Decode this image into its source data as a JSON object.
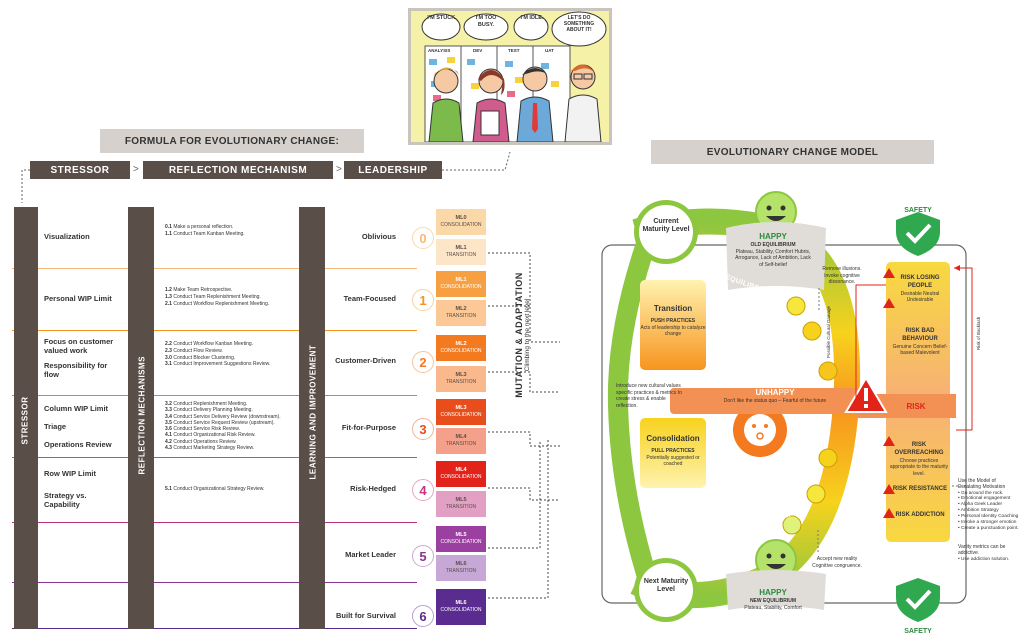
{
  "comic": {
    "bubbles": [
      "I'M STUCK.",
      "I'M TOO BUSY.",
      "I'M IDLE.",
      "LET'S DO SOMETHING ABOUT IT!"
    ],
    "board_columns": [
      "ANALYSIS",
      "DEV",
      "TEST",
      "UAT"
    ]
  },
  "formula": {
    "title": "FORMULA FOR EVOLUTIONARY CHANGE:",
    "stressor": "STRESSOR",
    "reflection": "REFLECTION MECHANISM",
    "leadership": "LEADERSHIP",
    "sep": ">"
  },
  "vertical": {
    "stressor": "STRESSOR",
    "reflection": "REFLECTION MECHANISMS",
    "learning": "LEARNING AND IMPROVEMENT"
  },
  "rows": [
    {
      "stressor": [
        "Visualization"
      ],
      "reflection": [
        [
          "0.1",
          "Make a personal reflection."
        ],
        [
          "1.1",
          "Conduct Team Kanban Meeting."
        ]
      ],
      "name": "Oblivious",
      "num": "0"
    },
    {
      "stressor": [
        "Personal WIP Limit"
      ],
      "reflection": [
        [
          "1.2",
          "Make Team Retrospective."
        ],
        [
          "1.3",
          "Conduct Team Replenishment Meeting."
        ],
        [
          "2.1",
          "Conduct Workflow Replenishment Meeting."
        ]
      ],
      "name": "Team-Focused",
      "num": "1"
    },
    {
      "stressor": [
        "Focus on customer valued work",
        "Responsibility for flow"
      ],
      "reflection": [
        [
          "2.2",
          "Conduct Workflow Kanban Meeting."
        ],
        [
          "2.3",
          "Conduct Flow Review."
        ],
        [
          "3.0",
          "Conduct Blocker Clustering."
        ],
        [
          "3.1",
          "Conduct Improvement Suggestions Review."
        ]
      ],
      "name": "Customer-Driven",
      "num": "2"
    },
    {
      "stressor": [
        "Column WIP Limit",
        "Triage",
        "Operations Review"
      ],
      "reflection": [
        [
          "3.2",
          "Conduct Replenishment Meeting."
        ],
        [
          "3.3",
          "Conduct Delivery Planning Meeting."
        ],
        [
          "3.4",
          "Conduct Service Delivery Review (downstream)."
        ],
        [
          "3.5",
          "Conduct Service Request Review (upstream)."
        ],
        [
          "3.6",
          "Conduct Service Risk Review."
        ],
        [
          "4.1",
          "Conduct Organizational Risk Review."
        ],
        [
          "4.2",
          "Conduct Operations Review."
        ],
        [
          "4.3",
          "Conduct Marketing Strategy Review."
        ]
      ],
      "name": "Fit-for-Purpose",
      "num": "3"
    },
    {
      "stressor": [
        "Row WIP Limit",
        "Strategy vs. Capability"
      ],
      "reflection": [
        [
          "5.1",
          "Conduct Organizational Strategy Review."
        ]
      ],
      "name": "Risk-Hedged",
      "num": "4"
    },
    {
      "stressor": [],
      "reflection": [],
      "name": "Market Leader",
      "num": "5"
    },
    {
      "stressor": [],
      "reflection": [],
      "name": "Built for Survival",
      "num": "6"
    }
  ],
  "ml_boxes": [
    {
      "code": "ML0",
      "type": "CONSOLIDATION"
    },
    {
      "code": "ML1",
      "type": "TRANSITION"
    },
    {
      "code": "ML1",
      "type": "CONSOLIDATION"
    },
    {
      "code": "ML2",
      "type": "TRANSITION"
    },
    {
      "code": "ML2",
      "type": "CONSOLIDATION"
    },
    {
      "code": "ML3",
      "type": "TRANSITION"
    },
    {
      "code": "ML3",
      "type": "CONSOLIDATION"
    },
    {
      "code": "ML4",
      "type": "TRANSITION"
    },
    {
      "code": "ML4",
      "type": "CONSOLIDATION"
    },
    {
      "code": "ML5",
      "type": "TRANSITION"
    },
    {
      "code": "ML5",
      "type": "CONSOLIDATION"
    },
    {
      "code": "ML6",
      "type": "TRANSITION"
    },
    {
      "code": "ML6",
      "type": "CONSOLIDATION"
    }
  ],
  "mutation": {
    "title": "MUTATION & ADAPTATION",
    "sub": "Climbing to the next level"
  },
  "model": {
    "title": "EVOLUTIONARY CHANGE MODEL",
    "current": "Current Maturity Level",
    "next": "Next Maturity Level",
    "happy_old": {
      "title": "HAPPY",
      "sub": "OLD EQUILIBRIUM",
      "desc": "Plateau, Stability, Comfort Hubris, Arrogance, Lack of Ambition, Lack of Self-belief"
    },
    "happy_new": {
      "title": "HAPPY",
      "sub": "NEW EQUILIBRIUM",
      "desc": "Plateau, Stability, Comfort"
    },
    "disrupt": "DISRUPT EQUILIBRIUM",
    "stabilize": "STABILIZE NEW EQUILIBRIUM",
    "safety_top": "SAFETY",
    "safety_bottom": "SAFETY",
    "transition": {
      "title": "Transition",
      "sub": "PUSH PRACTICES",
      "desc": "Acts of leadership to catalyze change"
    },
    "consolidation": {
      "title": "Consolidation",
      "sub": "PULL PRACTICES",
      "desc": "Potentially suggested or coached"
    },
    "introduce": "Introduce new cultural values specific practices & metrics to create stress & enable reflection.",
    "unhappy": {
      "title": "UNHAPPY",
      "desc": "Don't like the status quo – Fearful of the future"
    },
    "risk": "RISK",
    "remove_illusions": "Remove illusions. Invoke cognitive dissonance.",
    "possible_damage": "Possible Cultural Damage",
    "risk_of_backlash": "Risk of Backlash",
    "risk_losing": {
      "title": "RISK LOSING PEOPLE",
      "desc": "Desirable Neutral Undesirable"
    },
    "risk_bad": {
      "title": "RISK BAD BEHAVIOUR",
      "desc": "Genuine Concern Belief-based Malevolent"
    },
    "risk_over": {
      "title": "RISK OVERREACHING",
      "desc": "Choose practices appropriate to the maturity level."
    },
    "risk_resist": "RISK RESISTANCE",
    "risk_addict": "RISK ADDICTION",
    "accept": "Accept new reality Cognitive congruence.",
    "model_motivation": "Use the Model of Escalating Motivation",
    "motivation_items": [
      "Go around the rock.",
      "Emotional engagement",
      "Alpha Geek Leader",
      "Ambition Strategy",
      "Personal Identity Coaching",
      "Invoke a stronger emotion",
      "Create a punctuation point."
    ],
    "vanity": "Vanity metrics can be addictive.",
    "vanity_items": [
      "Use addiction solution."
    ]
  },
  "colors": {
    "dark": "#5a4e48",
    "light": "#d6d1cc",
    "green": "#8dc63f",
    "orange": "#f7941d",
    "red": "#e2231a",
    "purple": "#6b2c8f"
  }
}
